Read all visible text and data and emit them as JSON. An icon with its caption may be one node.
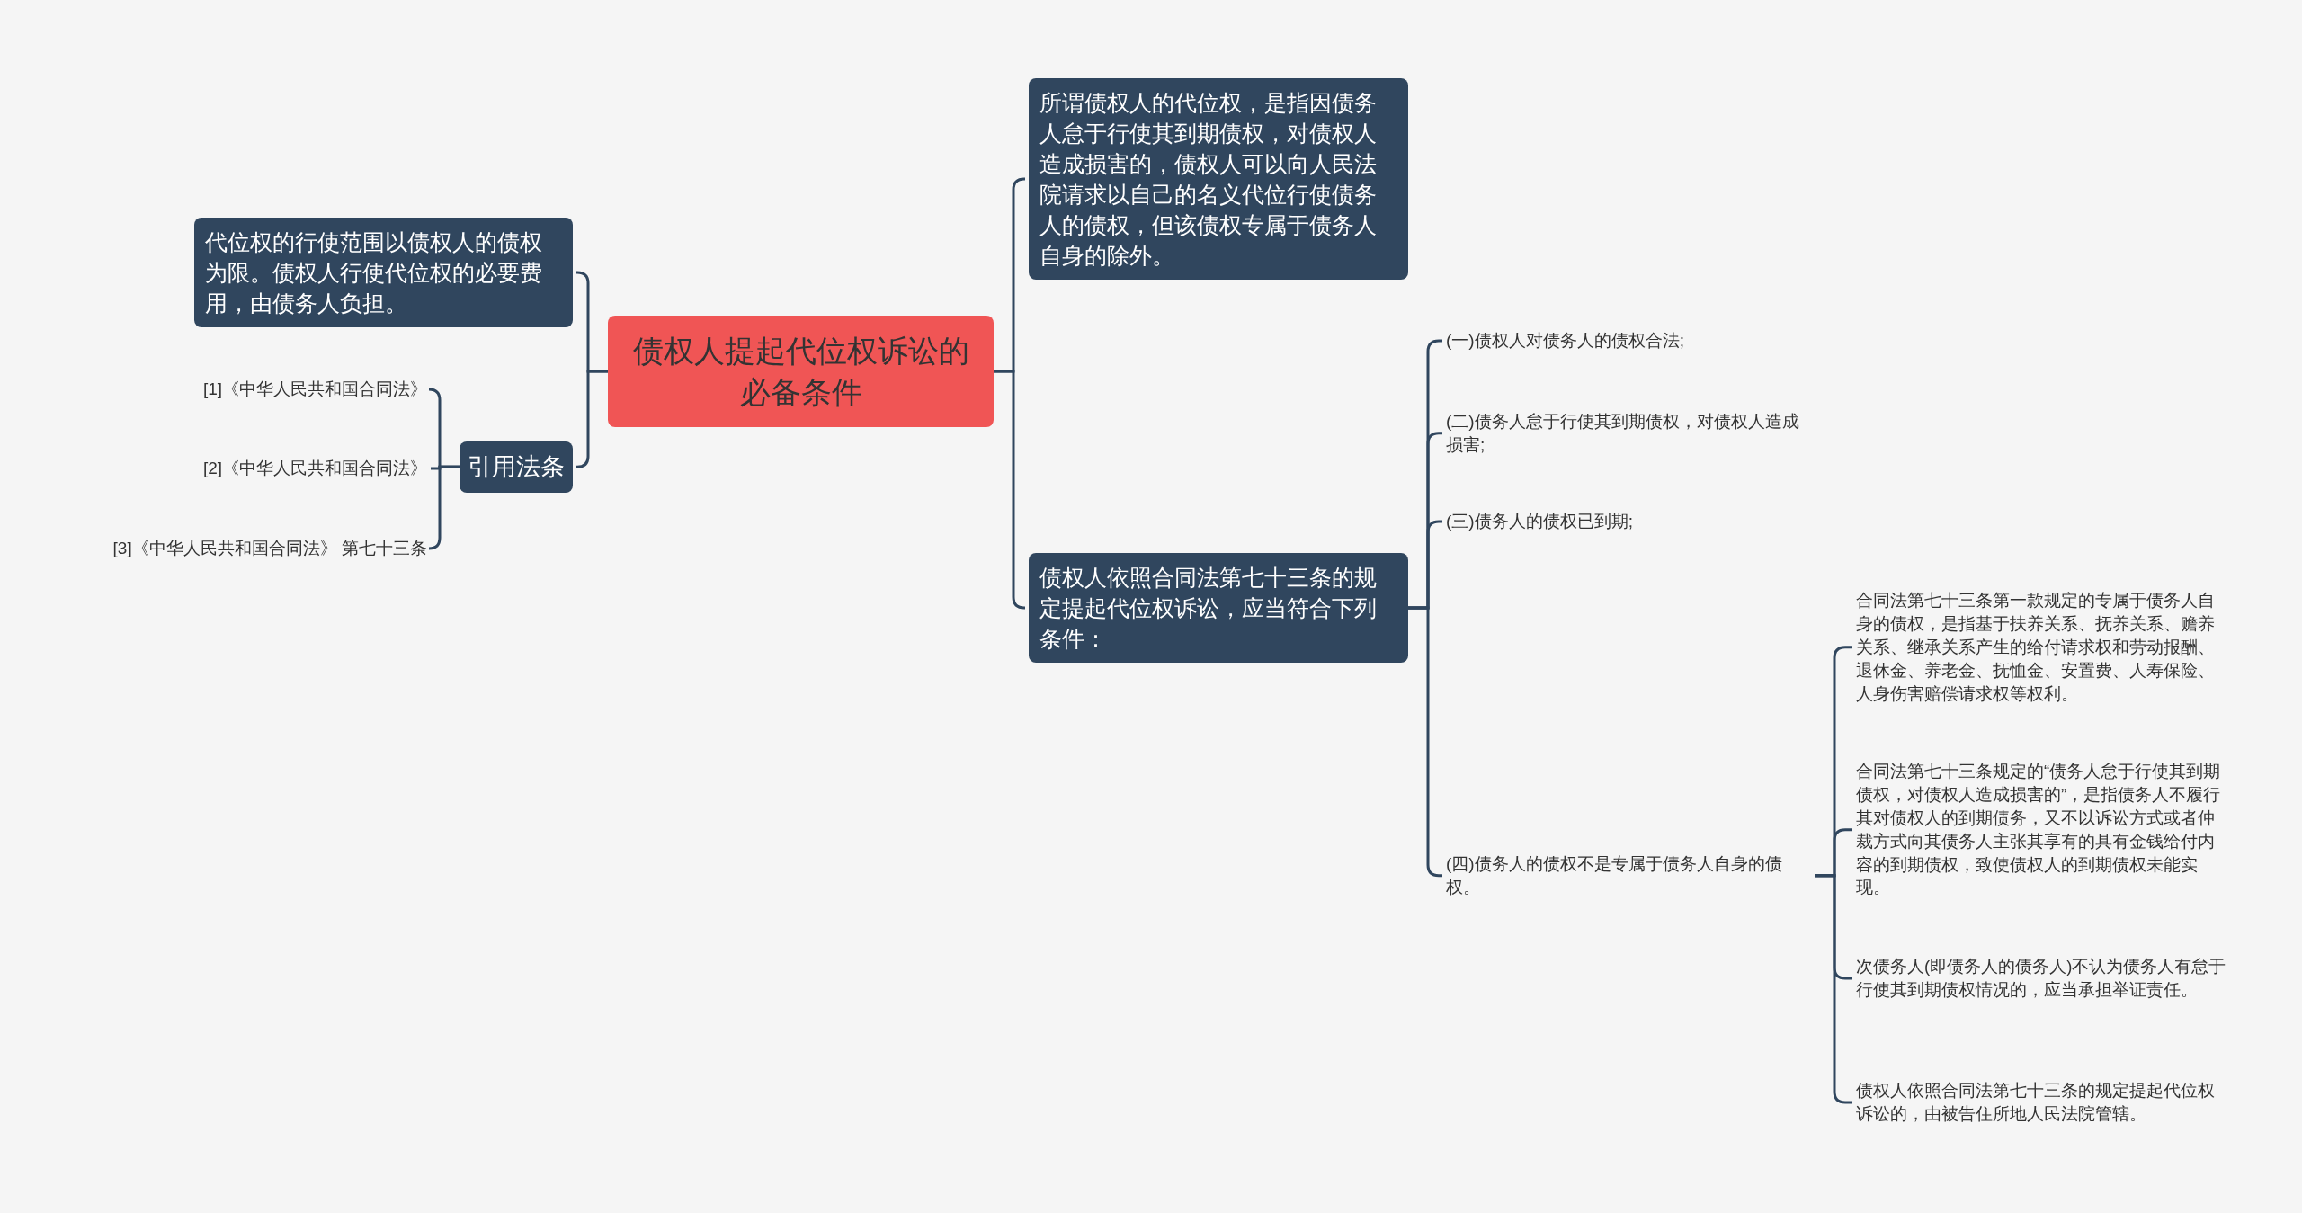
{
  "diagram": {
    "nodes": [
      {
        "text": [
          "债权人提起代位权诉讼的必备条件"
        ]
      },
      {
        "text": [
          "代位权的行使范围以债权人的债权为限。债权人行使代位权的必要费用，由债务人负担。"
        ]
      },
      {
        "text": [
          "引用法条"
        ]
      },
      {
        "text": [
          "[1]《中华人民共和国合同法》"
        ]
      },
      {
        "text": [
          "[2]《中华人民共和国合同法》"
        ]
      },
      {
        "text": [
          "[3]《中华人民共和国合同法》 第七十三条"
        ]
      },
      {
        "text": [
          "所谓债权人的代位权，是指因债务人怠于行使其到期债权，对债权人造成损害的，债权人可以向人民法院请求以自己的名义代位行使债务人的债权，但该债权专属于债务人自身的除外。"
        ]
      },
      {
        "text": [
          "债权人依照合同法第七十三条的规定提起代位权诉讼，应当符合下列条件："
        ]
      },
      {
        "text": [
          "(一)债权人对债务人的债权合法;"
        ]
      },
      {
        "text": [
          "(二)债务人怠于行使其到期债权，对债权人造成损害;"
        ]
      },
      {
        "text": [
          "(三)债务人的债权已到期;"
        ]
      },
      {
        "text": [
          "(四)债务人的债权不是专属于债务人自身的债权。"
        ]
      },
      {
        "text": [
          "合同法第七十三条第一款规定的专属于债务人自身的债权，是指基于扶养关系、抚养关系、赡养关系、继承关系产生的给付请求权和劳动报酬、退休金、养老金、抚恤金、安置费、人寿保险、人身伤害赔偿请求权等权利。"
        ]
      },
      {
        "text": [
          "合同法第七十三条规定的“债务人怠于行使其到期债权，对债权人造成损害的”，是指债务人不履行其对债权人的到期债务，又不以诉讼方式或者仲裁方式向其债务人主张其享有的具有金钱给付内容的到期债权，致使债权人的到期债权未能实现。"
        ]
      },
      {
        "text": [
          "次债务人(即债务人的债务人)不认为债务人有怠于行使其到期债权情况的，应当承担举证责任。"
        ]
      },
      {
        "text": [
          "债权人依照合同法第七十三条的规定提起代位权诉讼的，由被告住所地人民法院管辖。"
        ]
      }
    ],
    "edges": [
      {
        "from": 0,
        "to": 1,
        "arrow": "none"
      },
      {
        "from": 0,
        "to": 2,
        "arrow": "none"
      },
      {
        "from": 2,
        "to": 3,
        "arrow": "none"
      },
      {
        "from": 2,
        "to": 4,
        "arrow": "none"
      },
      {
        "from": 2,
        "to": 5,
        "arrow": "none"
      },
      {
        "from": 0,
        "to": 6,
        "arrow": "none"
      },
      {
        "from": 0,
        "to": 7,
        "arrow": "none"
      },
      {
        "from": 7,
        "to": 8,
        "arrow": "none"
      },
      {
        "from": 7,
        "to": 9,
        "arrow": "none"
      },
      {
        "from": 7,
        "to": 10,
        "arrow": "none"
      },
      {
        "from": 7,
        "to": 11,
        "arrow": "none"
      },
      {
        "from": 11,
        "to": 12,
        "arrow": "none"
      },
      {
        "from": 11,
        "to": 13,
        "arrow": "none"
      },
      {
        "from": 11,
        "to": 14,
        "arrow": "none"
      },
      {
        "from": 11,
        "to": 15,
        "arrow": "none"
      }
    ]
  }
}
